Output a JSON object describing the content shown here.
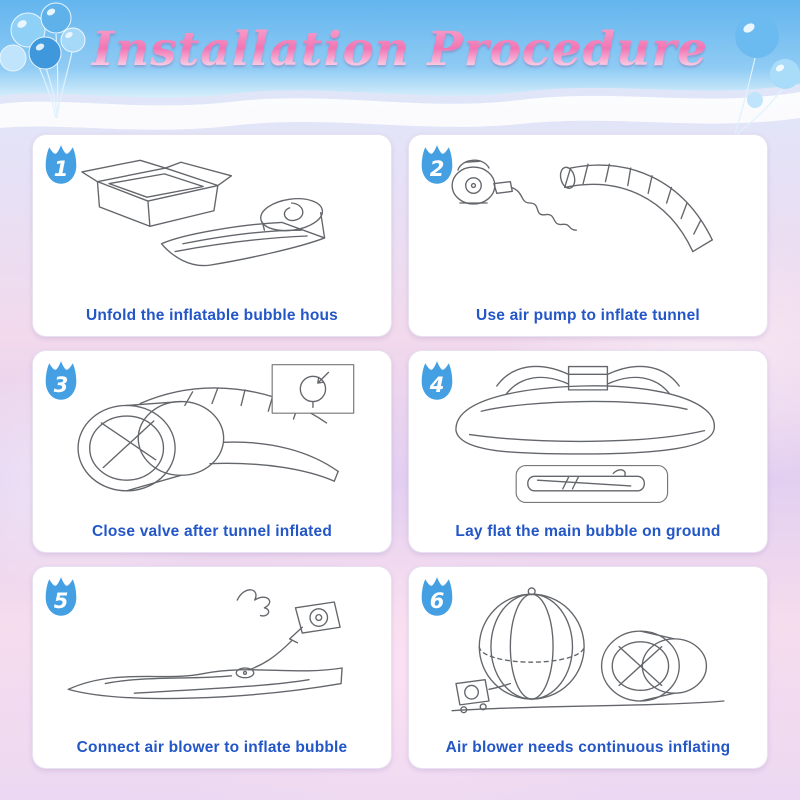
{
  "header": {
    "title": "Installation Procedure",
    "decorations": {
      "left": "balloons-cluster-icon",
      "right": "balloons-pair-icon"
    }
  },
  "steps": [
    {
      "number": "1",
      "caption": "Unfold the inflatable bubble hous",
      "illustration": "open-box-and-folded-bubble-house"
    },
    {
      "number": "2",
      "caption": "Use air pump to inflate tunnel",
      "illustration": "air-pump-inflating-tunnel"
    },
    {
      "number": "3",
      "caption": "Close valve after tunnel inflated",
      "illustration": "inflated-tunnel-with-valve-inset"
    },
    {
      "number": "4",
      "caption": "Lay flat the main bubble on ground",
      "illustration": "main-bubble-laid-flat-with-inset"
    },
    {
      "number": "5",
      "caption": "Connect air blower to inflate bubble",
      "illustration": "air-blower-connected-to-bubble"
    },
    {
      "number": "6",
      "caption": "Air blower needs continuous inflating",
      "illustration": "inflated-bubble-with-tunnel-and-blower"
    }
  ],
  "colors": {
    "header_blue_top": "#63b5ee",
    "header_blue_bottom": "#d6eefb",
    "title_pink": "#f176b4",
    "caption_blue": "#2356c7",
    "badge_blue": "#45a0e3",
    "card_background": "#ffffff",
    "sketch_gray": "#63666b"
  }
}
